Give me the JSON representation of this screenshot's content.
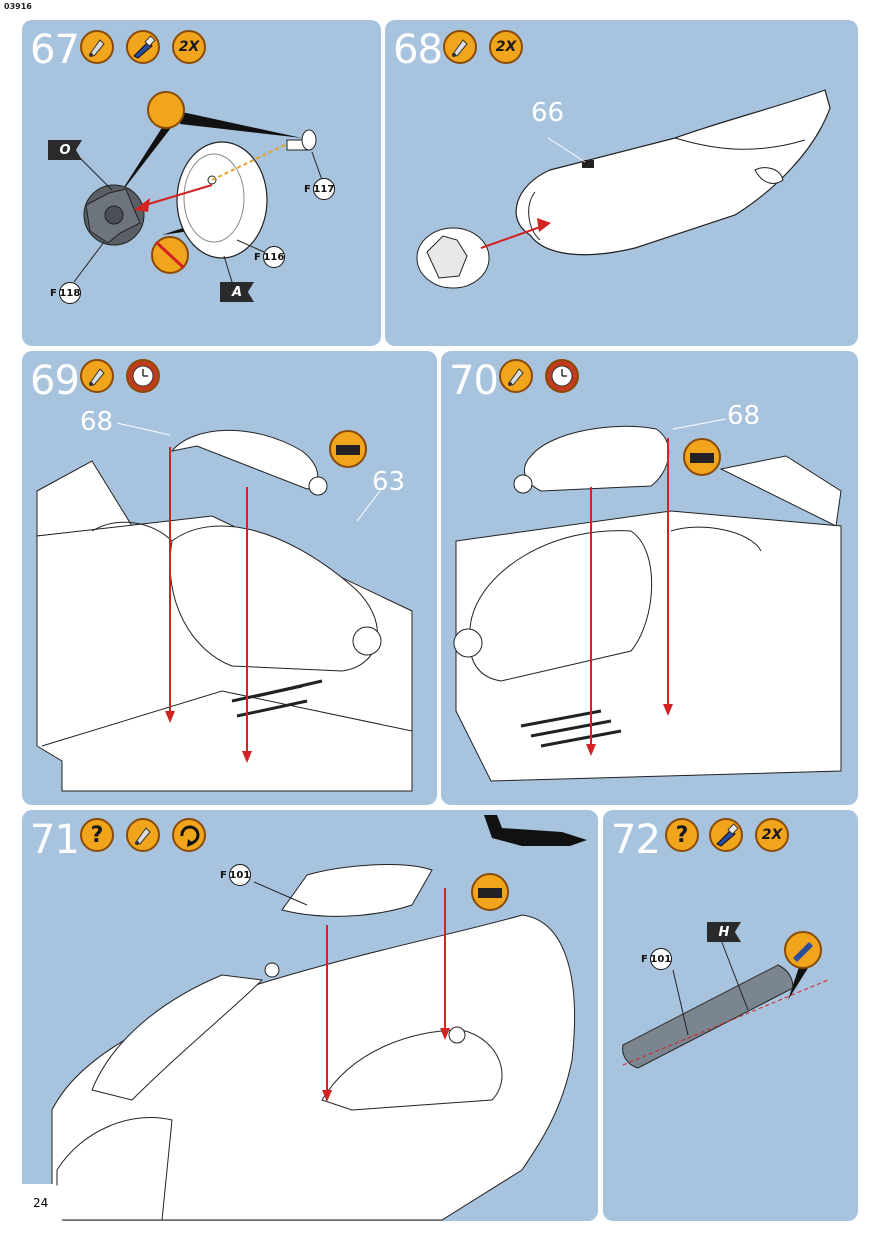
{
  "doc_code": "03916",
  "page_number": "24",
  "colors": {
    "panel": "#a8c3dd",
    "badge": "#f1a51c",
    "arrow": "#d22222",
    "flag": "#2a2a2a",
    "part": "#7b8590"
  },
  "steps": [
    {
      "number": "67",
      "badges": [
        "glue-icon",
        "paint-brush-icon",
        "2X"
      ],
      "parts": [
        "117",
        "116",
        "118"
      ],
      "part_prefix": "F",
      "flags": [
        "O",
        "A"
      ]
    },
    {
      "number": "68",
      "badges": [
        "glue-icon",
        "2X"
      ],
      "callouts": [
        "66"
      ]
    },
    {
      "number": "69",
      "badges": [
        "glue-icon",
        "clock-icon"
      ],
      "callouts": [
        "68",
        "63"
      ]
    },
    {
      "number": "70",
      "badges": [
        "glue-icon",
        "clock-icon"
      ],
      "callouts": [
        "68"
      ]
    },
    {
      "number": "71",
      "badges": [
        "?",
        "glue-icon",
        "rotate-icon"
      ],
      "parts": [
        "101"
      ],
      "part_prefix": "F"
    },
    {
      "number": "72",
      "badges": [
        "?",
        "paint-brush-icon",
        "2X"
      ],
      "parts": [
        "101"
      ],
      "part_prefix": "F",
      "flags": [
        "H"
      ]
    }
  ]
}
